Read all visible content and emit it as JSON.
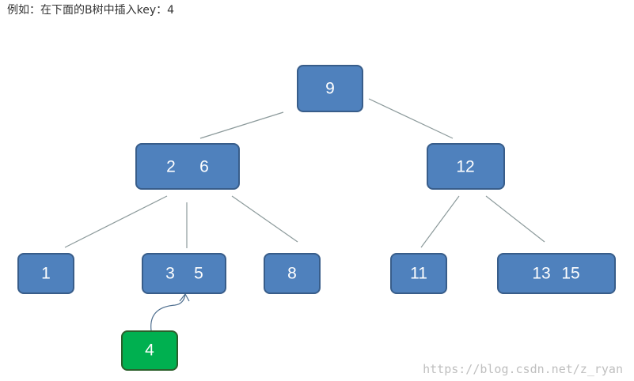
{
  "caption": "例如：在下面的B树中插入key：4",
  "watermark": "https://blog.csdn.net/z_ryan",
  "colors": {
    "node_fill": "#4f81bd",
    "node_stroke": "#385d8a",
    "new_fill": "#00b050",
    "new_stroke": "#2b5f2b",
    "edge": "#8c9a9b",
    "arrow": "#4f6f8f"
  },
  "tree": {
    "root": {
      "keys": [
        "9"
      ]
    },
    "level1": [
      {
        "keys": [
          "2",
          "6"
        ]
      },
      {
        "keys": [
          "12"
        ]
      }
    ],
    "leaves": [
      {
        "keys": [
          "1"
        ]
      },
      {
        "keys": [
          "3",
          "5"
        ]
      },
      {
        "keys": [
          "8"
        ]
      },
      {
        "keys": [
          "11"
        ]
      },
      {
        "keys": [
          "13",
          "15"
        ]
      }
    ],
    "new_key": {
      "keys": [
        "4"
      ]
    }
  }
}
